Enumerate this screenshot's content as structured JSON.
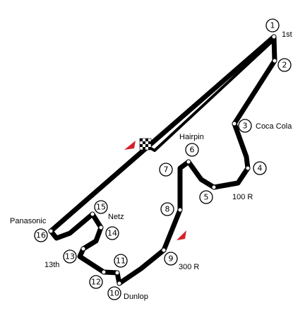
{
  "colors": {
    "track": "#000000",
    "marker": "#d6202a",
    "background": "#ffffff"
  },
  "corners": [
    {
      "number": "1",
      "name": "1st"
    },
    {
      "number": "2",
      "name": ""
    },
    {
      "number": "3",
      "name": "Coca Cola"
    },
    {
      "number": "4",
      "name": ""
    },
    {
      "number": "5",
      "name": "100 R"
    },
    {
      "number": "6",
      "name": "Hairpin"
    },
    {
      "number": "7",
      "name": ""
    },
    {
      "number": "8",
      "name": ""
    },
    {
      "number": "9",
      "name": "300 R"
    },
    {
      "number": "10",
      "name": "Dunlop"
    },
    {
      "number": "11",
      "name": ""
    },
    {
      "number": "12",
      "name": ""
    },
    {
      "number": "13",
      "name": "13th"
    },
    {
      "number": "14",
      "name": ""
    },
    {
      "number": "15",
      "name": "Netz"
    },
    {
      "number": "16",
      "name": "Panasonic"
    }
  ],
  "icons": {
    "start_finish": "checkered-flag-icon",
    "direction": "direction-arrow-icon"
  }
}
